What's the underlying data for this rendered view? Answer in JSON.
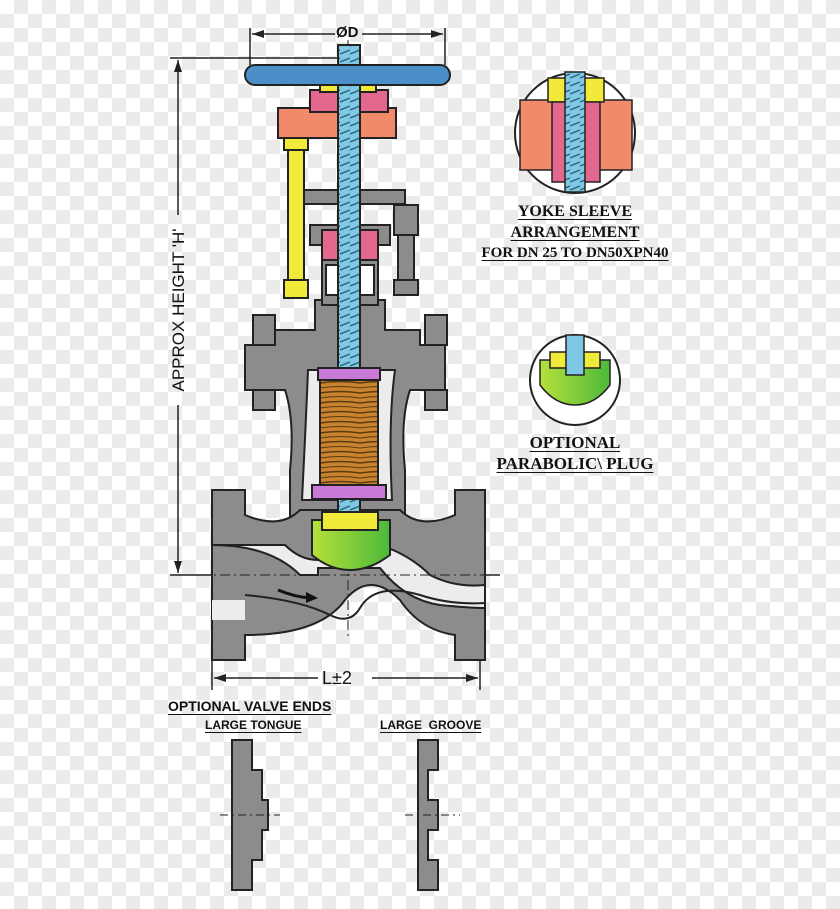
{
  "dimensions": {
    "diameter": "ØD",
    "height": "APPROX HEIGHT 'H'",
    "length": "L±2"
  },
  "callouts": {
    "yoke_sleeve": [
      "YOKE SLEEVE",
      "ARRANGEMENT",
      "FOR DN 25 TO DN50XPN40"
    ],
    "parabolic_plug": [
      "OPTIONAL",
      "PARABOLIC\\ PLUG"
    ]
  },
  "valve_ends": {
    "title": "OPTIONAL VALVE ENDS",
    "large_tongue": "LARGE TONGUE",
    "large_groove": "LARGE  GROOVE"
  },
  "colors": {
    "body": "#8c8c8c",
    "handwheel": "#4a8fc7",
    "stem": "#7ec8e3",
    "yoke_nut": "#f08a6a",
    "gland_bolt": "#f2ea3a",
    "bellows": "#c9832e",
    "gasket": "#c97ad6",
    "plug": "#8fd13a",
    "packing": "#e3688e"
  }
}
